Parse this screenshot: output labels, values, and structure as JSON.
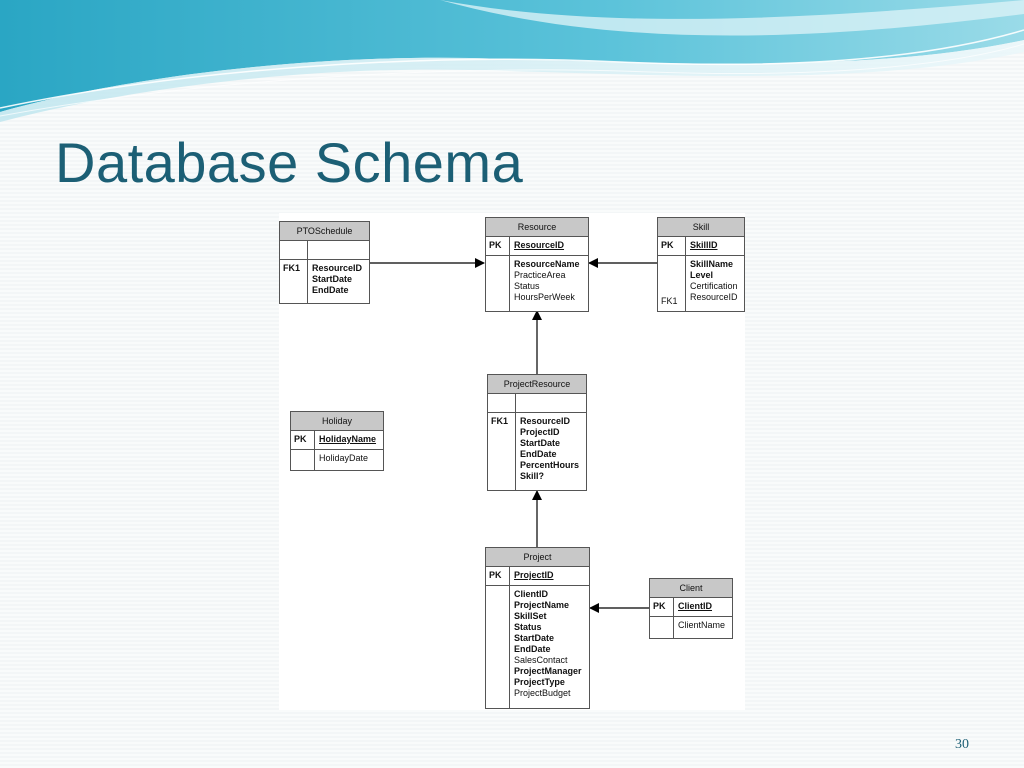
{
  "slide": {
    "title": "Database Schema",
    "page_number": "30",
    "accent_color": "#1c5f75"
  },
  "entities": {
    "pto": {
      "name": "PTOSchedule",
      "fk_label": "FK1",
      "fields": [
        "ResourceID",
        "StartDate",
        "EndDate"
      ]
    },
    "resource": {
      "name": "Resource",
      "pk_label": "PK",
      "pk_field": "ResourceID",
      "fields": [
        "ResourceName",
        "PracticeArea",
        "Status",
        "HoursPerWeek"
      ]
    },
    "skill": {
      "name": "Skill",
      "pk_label": "PK",
      "pk_field": "SkillID",
      "fields": [
        "SkillName",
        "Level",
        "Certification",
        "ResourceID"
      ],
      "fk_label": "FK1"
    },
    "holiday": {
      "name": "Holiday",
      "pk_label": "PK",
      "pk_field": "HolidayName",
      "fields": [
        "HolidayDate"
      ]
    },
    "project_resource": {
      "name": "ProjectResource",
      "fk_label": "FK1",
      "fields": [
        "ResourceID",
        "ProjectID",
        "StartDate",
        "EndDate",
        "PercentHours",
        "Skill?"
      ]
    },
    "project": {
      "name": "Project",
      "pk_label": "PK",
      "pk_field": "ProjectID",
      "fields": [
        "ClientID",
        "ProjectName",
        "SkillSet",
        "Status",
        "StartDate",
        "EndDate",
        "SalesContact",
        "ProjectManager",
        "ProjectType",
        "ProjectBudget"
      ]
    },
    "client": {
      "name": "Client",
      "pk_label": "PK",
      "pk_field": "ClientID",
      "fields": [
        "ClientName"
      ]
    }
  }
}
